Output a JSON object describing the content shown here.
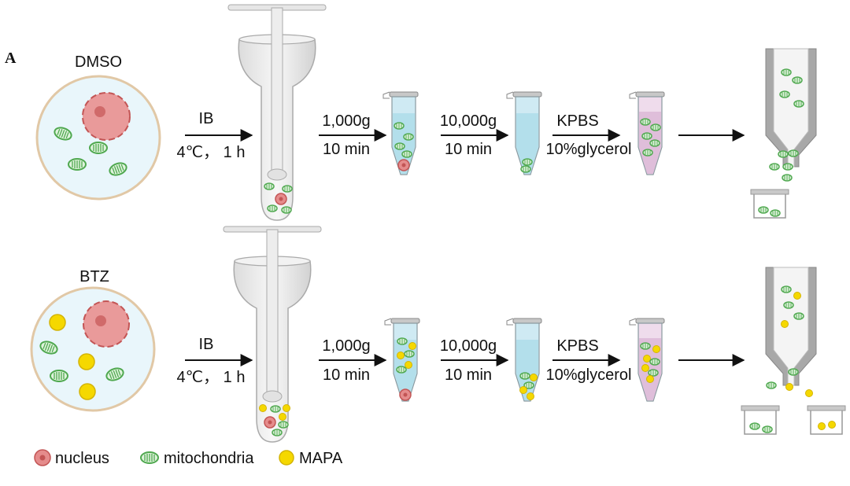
{
  "panel_label": "A",
  "rows": [
    {
      "cell_label": "DMSO",
      "step1": {
        "top": "IB",
        "bottom": "4℃， 1 h"
      },
      "step2": {
        "top": "1,000g",
        "bottom": "10 min"
      },
      "step3": {
        "top": "10,000g",
        "bottom": "10 min"
      },
      "step4": {
        "top": "KPBS",
        "bottom": "10%glycerol"
      }
    },
    {
      "cell_label": "BTZ",
      "step1": {
        "top": "IB",
        "bottom": "4℃， 1 h"
      },
      "step2": {
        "top": "1,000g",
        "bottom": "10 min"
      },
      "step3": {
        "top": "10,000g",
        "bottom": "10 min"
      },
      "step4": {
        "top": "KPBS",
        "bottom": "10%glycerol"
      }
    }
  ],
  "legend": {
    "nucleus": "nucleus",
    "mitochondria": "mitochondria",
    "mapa": "MAPA"
  },
  "colors": {
    "nucleus": "#e07a7a",
    "mitochondria": "#7cc47c",
    "mapa": "#f5d800",
    "cell_fill": "#e9f6fb",
    "cell_border": "#e3c9a8",
    "tube_blue": "#bfe3ee",
    "tube_pink": "#e6c6e0"
  }
}
